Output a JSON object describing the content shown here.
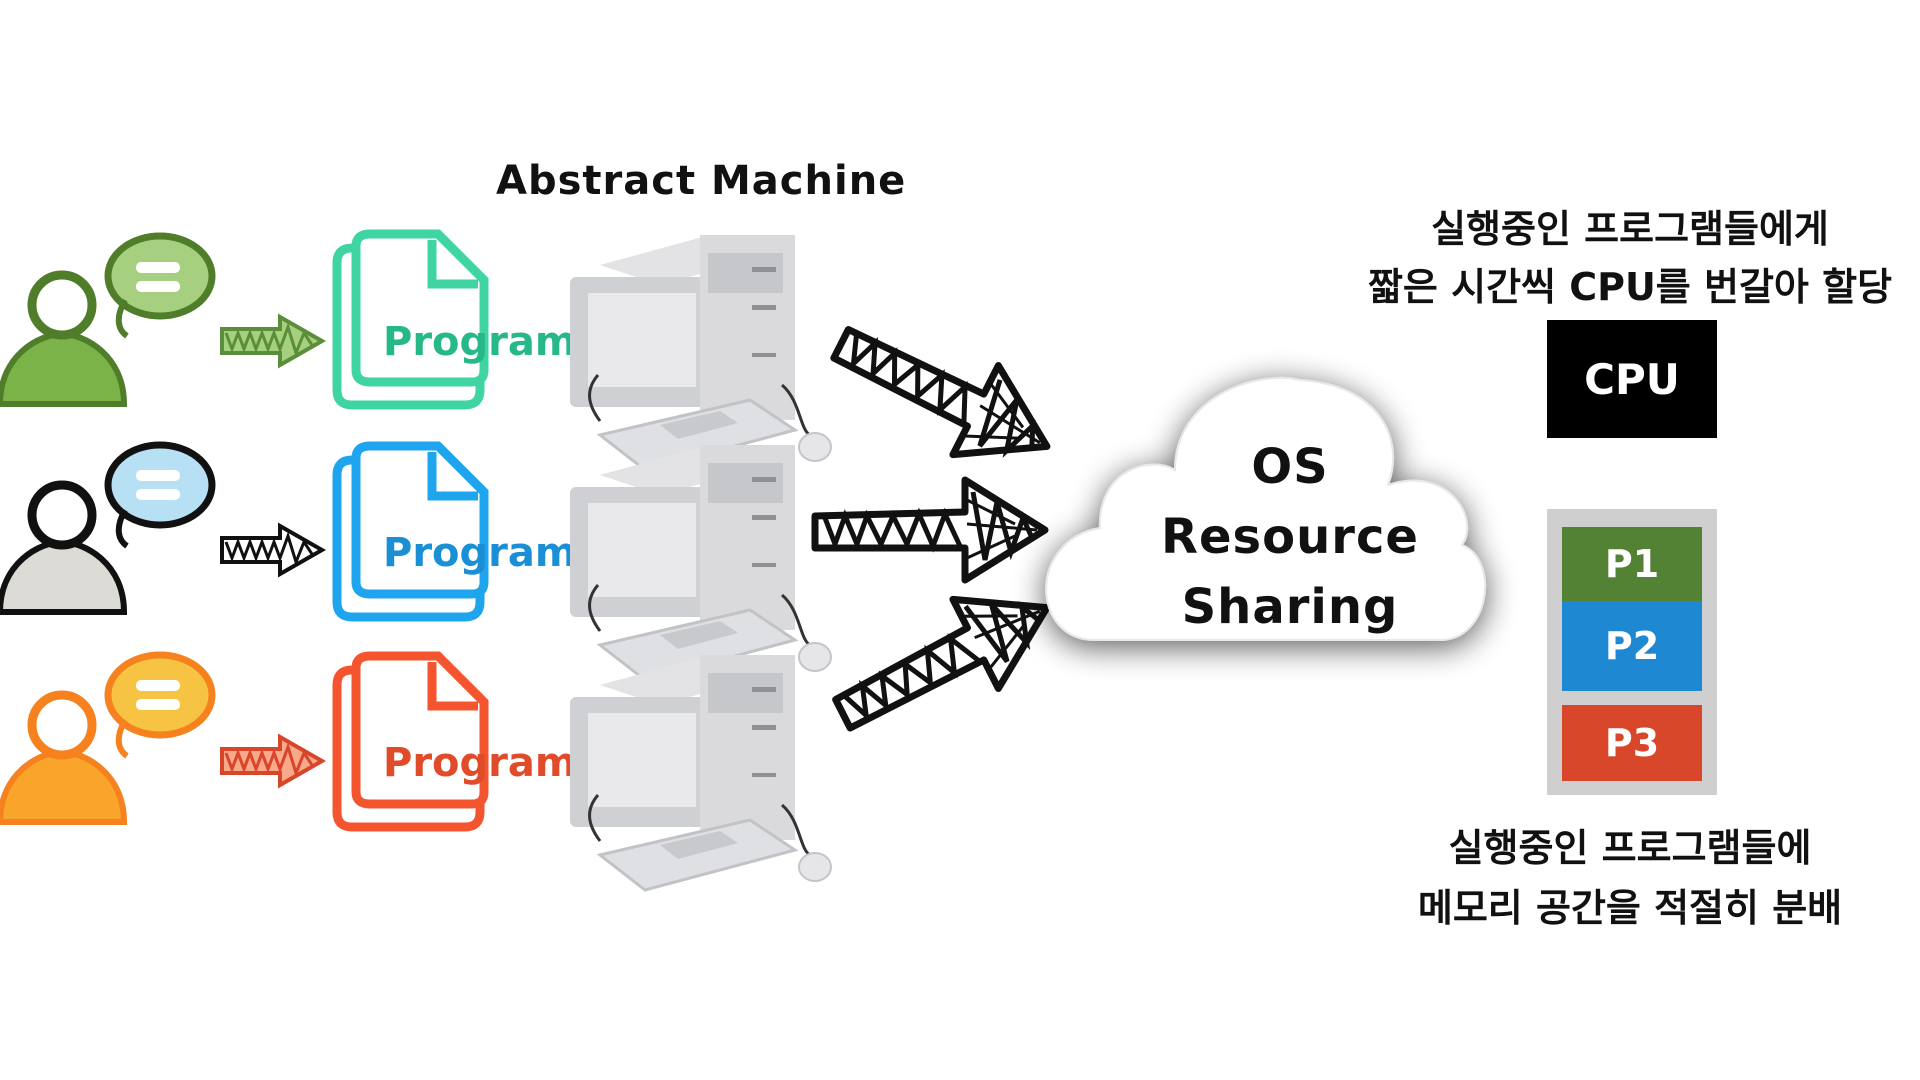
{
  "title": "Abstract Machine",
  "rows": [
    {
      "id": "green",
      "user_color": "#5b8e3a",
      "bubble_color": "#a6d07f",
      "arrow_color": "#5b8e3a",
      "program_color": "#3fd4a2",
      "program_label": "Program"
    },
    {
      "id": "black",
      "user_color": "#111111",
      "bubble_color": "#b7e0f5",
      "arrow_color": "#111111",
      "program_color": "#1fa5ee",
      "program_label": "Program"
    },
    {
      "id": "orange",
      "user_color": "#f5821f",
      "bubble_color": "#f7c343",
      "arrow_color": "#d9452a",
      "program_color": "#f4552f",
      "program_label": "Program"
    }
  ],
  "cloud": {
    "lines": [
      "OS",
      "Resource",
      "Sharing"
    ]
  },
  "cpu": {
    "description": [
      "실행중인 프로그램들에게",
      "짧은 시간씩 CPU를 번갈아 할당"
    ],
    "label": "CPU"
  },
  "memory": {
    "processes": [
      {
        "label": "P1",
        "color": "#548235"
      },
      {
        "label": "P2",
        "color": "#1e88d2"
      },
      {
        "label": "P3",
        "color": "#d9472b"
      }
    ],
    "description": [
      "실행중인 프로그램들에",
      "메모리 공간을 적절히 분배"
    ]
  }
}
